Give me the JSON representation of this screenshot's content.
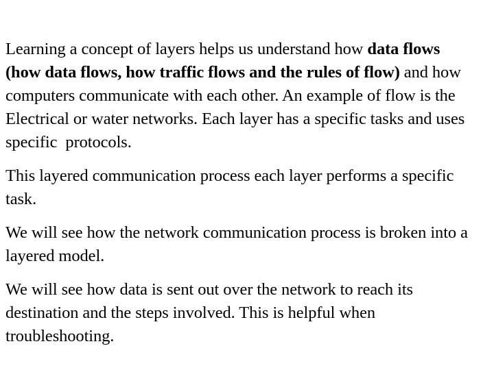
{
  "slide": {
    "background_color": "#ffffff",
    "text_color": "#000000",
    "paragraphs": [
      {
        "id": "p1",
        "runs": [
          {
            "text": "Learning a concept of layers helps us understand how ",
            "bold": false
          },
          {
            "text": "data flows (how data flows, how traffic flows and the rules of flow)",
            "bold": true
          },
          {
            "text": " and how computers communicate with each other. An example of flow is the Electrical or water networks. Each layer has a specific tasks and uses specific  protocols.",
            "bold": false
          }
        ]
      },
      {
        "id": "p2",
        "runs": [
          {
            "text": "This layered communication process each layer performs a specific task.",
            "bold": false
          }
        ]
      },
      {
        "id": "p3",
        "runs": [
          {
            "text": "We will see how the network communication process is broken into a layered model.",
            "bold": false
          }
        ]
      },
      {
        "id": "p4",
        "runs": [
          {
            "text": "We will see how data is sent out over the network to reach its destination and the steps involved. This is helpful when troubleshooting.",
            "bold": false
          }
        ]
      }
    ]
  }
}
